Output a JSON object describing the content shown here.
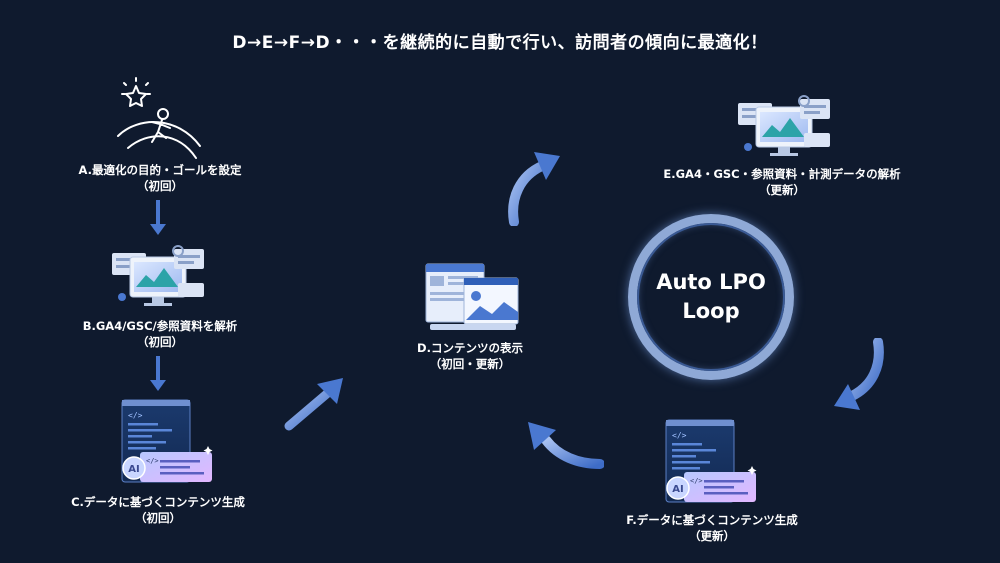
{
  "header": {
    "title": "D→E→F→D・・・を継続的に自動で行い、訪問者の傾向に最適化！"
  },
  "steps": {
    "a": {
      "line1": "A.最適化の目的・ゴールを設定",
      "line2": "（初回）",
      "icon": "goal-runner-icon"
    },
    "b": {
      "line1": "B.GA4/GSC/参照資料を解析",
      "line2": "（初回）",
      "icon": "analytics-dashboard-icon"
    },
    "c": {
      "line1": "C.データに基づくコンテンツ生成",
      "line2": "（初回）",
      "icon": "ai-code-generation-icon"
    },
    "d": {
      "line1": "D.コンテンツの表示",
      "line2": "（初回・更新）",
      "icon": "content-display-icon"
    },
    "e": {
      "line1": "E.GA4・GSC・参照資料・計測データの解析",
      "line2": "（更新）",
      "icon": "analytics-dashboard-icon"
    },
    "f": {
      "line1": "F.データに基づくコンテンツ生成",
      "line2": "（更新）",
      "icon": "ai-code-generation-icon"
    }
  },
  "loop": {
    "line1": "Auto LPO",
    "line2": "Loop"
  },
  "colors": {
    "background": "#0f1a2e",
    "arrow": "#4a78d0",
    "arrow_light": "#8fb0ee",
    "ring": "#8fa9d6"
  }
}
